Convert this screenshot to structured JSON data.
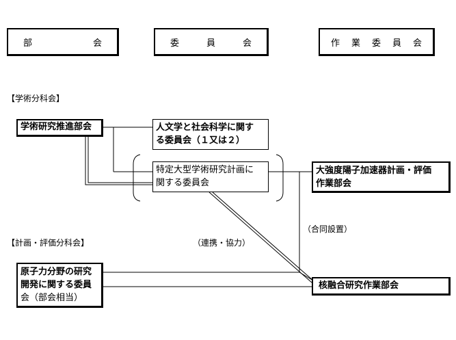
{
  "headers": {
    "bukai": "部会",
    "iinkai": "委員会",
    "sagyou_iinkai": "作業委員会"
  },
  "sections": {
    "gakujutsu": "【学術分科会】",
    "keikaku": "【計画・評価分科会】"
  },
  "nodes": {
    "gakujutsu_suishin": "学術研究推進部会",
    "jinbun": [
      "人文学と社会科学に関す",
      "る委員会（１又は２）"
    ],
    "tokutei": [
      "特定大型学術研究計画に",
      "関する委員会"
    ],
    "daikyoudo": [
      "大強度陽子加速器計画・評価",
      "作業部会"
    ],
    "genshiryoku": [
      "原子力分野の研究",
      "開発に関する委員",
      "会（部会相当）"
    ],
    "kakuyugou": "核融合研究作業部会"
  },
  "annotations": {
    "goudou": "（合同設置）",
    "renkei": "（連携・協力）"
  }
}
